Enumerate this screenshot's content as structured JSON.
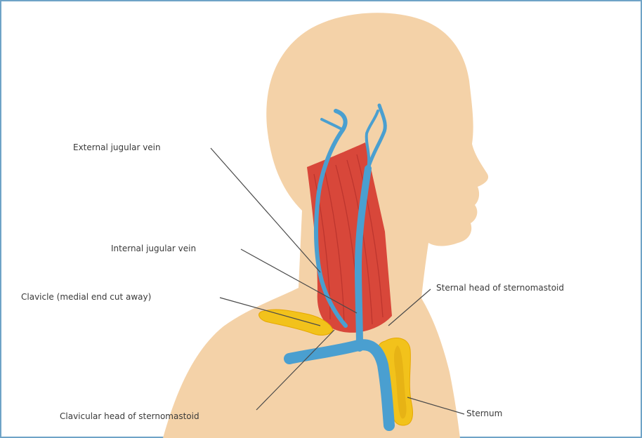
{
  "labels": {
    "external_jugular_vein": "External jugular vein",
    "internal_jugular_vein": "Internal jugular vein",
    "clavicle": "Clavicle (medial end cut away)",
    "sternal_head": "Sternal head of sternomastoid",
    "clavicular_head": "Clavicular head of sternomastoid",
    "sternum": "Sternum"
  },
  "colors": {
    "skin": "#f4d2a8",
    "muscle": "#d8473a",
    "vein": "#4a9fd0",
    "bone": "#f2c21b",
    "leader_line": "#4a4a4a",
    "frame_border": "#6fa3c7"
  }
}
